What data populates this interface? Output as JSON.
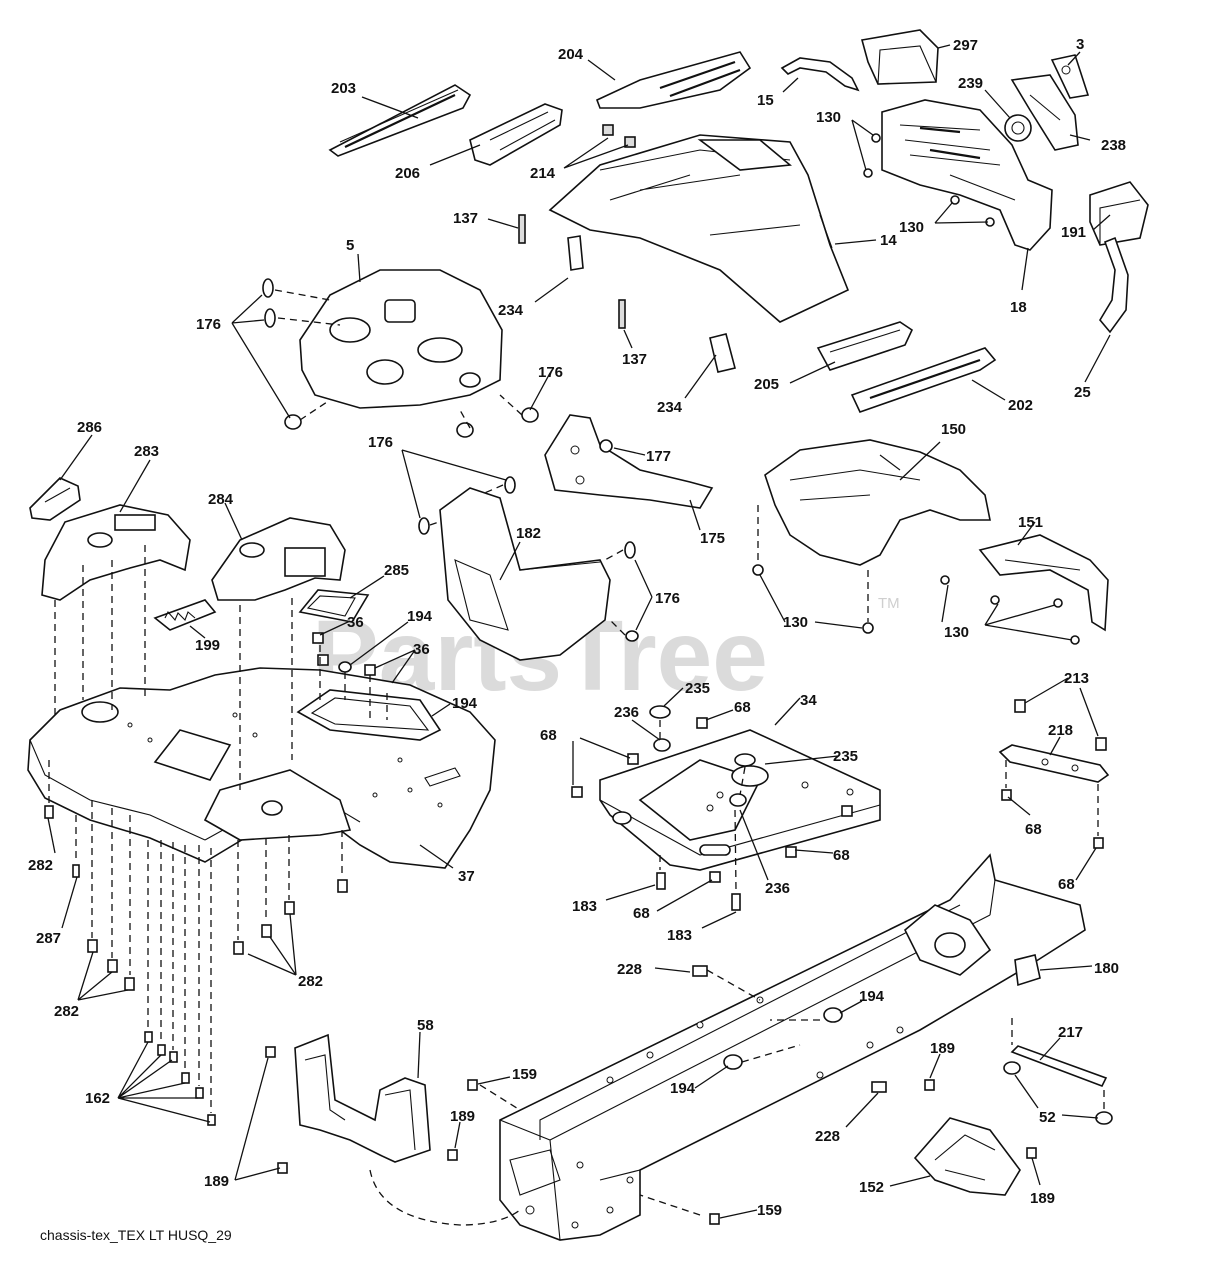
{
  "caption": "chassis-tex_TEX LT HUSQ_29",
  "watermark": "PartsTree",
  "watermark_tm": "TM",
  "callouts": {
    "c203": "203",
    "c204": "204",
    "c297": "297",
    "c3": "3",
    "c15": "15",
    "c239": "239",
    "c206": "206",
    "c214": "214",
    "c130a": "130",
    "c238": "238",
    "c130b": "130",
    "c137a": "137",
    "c14": "14",
    "c191": "191",
    "c18": "18",
    "c5": "5",
    "c234a": "234",
    "c176a": "176",
    "c137b": "137",
    "c25": "25",
    "c176b": "176",
    "c205": "205",
    "c202": "202",
    "c234b": "234",
    "c286": "286",
    "c150": "150",
    "c283": "283",
    "c177": "177",
    "c176c": "176",
    "c284": "284",
    "c182": "182",
    "c175": "175",
    "c151": "151",
    "c285": "285",
    "c176d": "176",
    "c199": "199",
    "c194a": "194",
    "c36a": "36",
    "c130c": "130",
    "c130d": "130",
    "c36b": "36",
    "c235a": "235",
    "c194b": "194",
    "c68a": "68",
    "c34": "34",
    "c213": "213",
    "c236a": "236",
    "c218": "218",
    "c68b": "68",
    "c235b": "235",
    "c68c": "68",
    "c282a": "282",
    "c37": "37",
    "c68d": "68",
    "c236b": "236",
    "c183a": "183",
    "c68e": "68",
    "c68f": "68",
    "c287": "287",
    "c183b": "183",
    "c282b": "282",
    "c228a": "228",
    "c180": "180",
    "c282c": "282",
    "c194c": "194",
    "c58": "58",
    "c217": "217",
    "c189a": "189",
    "c159a": "159",
    "c194d": "194",
    "c162": "162",
    "c189b": "189",
    "c228b": "228",
    "c52": "52",
    "c189c": "189",
    "c159b": "159",
    "c152": "152",
    "c189d": "189"
  }
}
